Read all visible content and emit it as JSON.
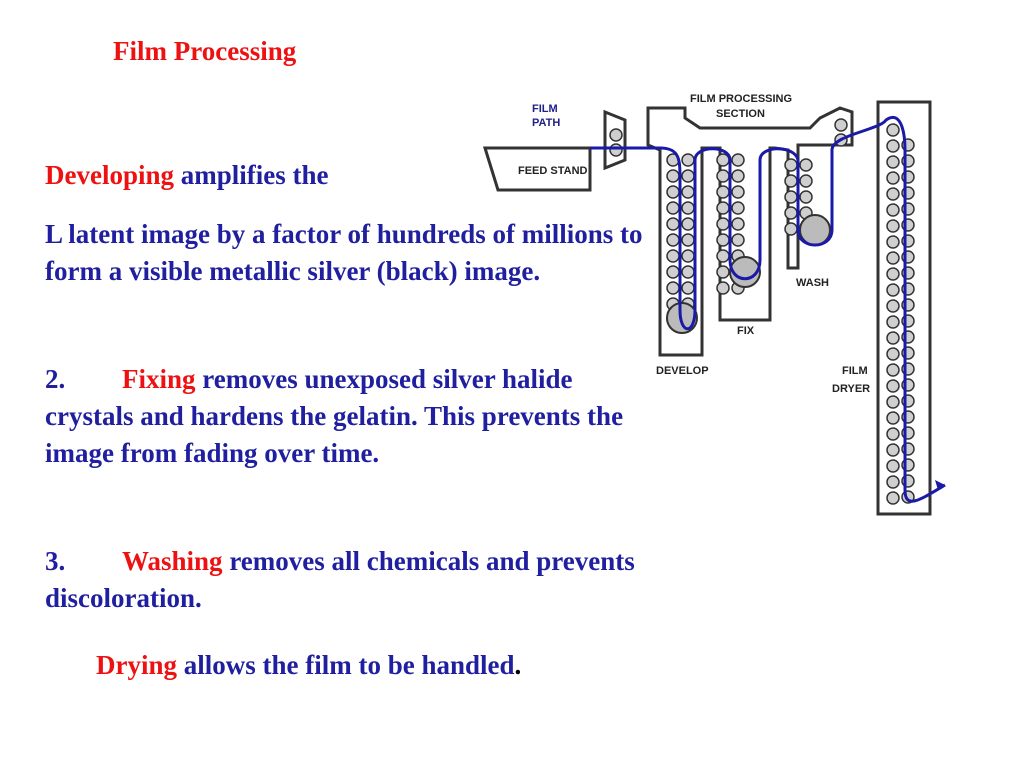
{
  "title": "Film Processing",
  "steps": {
    "developing": {
      "keyword": "Developing",
      "line1_rest": "amplifies the",
      "line2": "L  latent image by a factor of hundreds of millions to form a visible metallic silver (black) image."
    },
    "fixing": {
      "number": "2.",
      "keyword": "Fixing",
      "text": "removes unexposed silver halide crystals and hardens the gelatin. This prevents the image from fading over time."
    },
    "washing": {
      "number": "3.",
      "keyword": "Washing",
      "text": "removes all chemicals and prevents discoloration."
    },
    "drying": {
      "keyword": "Drying",
      "text": "allows the film to be handled",
      "period": "."
    }
  },
  "diagram": {
    "film_path": [
      "FILM",
      "PATH"
    ],
    "feed_stand": "FEED STAND",
    "section": [
      "FILM PROCESSING",
      "SECTION"
    ],
    "develop": "DEVELOP",
    "fix": "FIX",
    "wash": "WASH",
    "dryer": [
      "FILM",
      "DRYER"
    ]
  },
  "colors": {
    "text": "#1f1f9f",
    "keyword": "#ee1111",
    "film_path": "#1a1aa8"
  }
}
